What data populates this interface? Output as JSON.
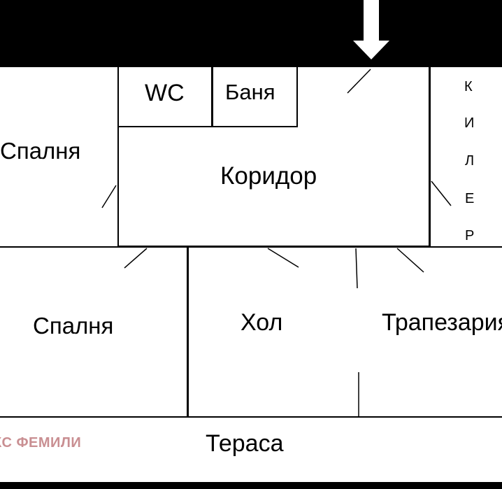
{
  "rooms": {
    "wc": "WC",
    "bath": "Баня",
    "bedroom_top": "Спалня",
    "corridor": "Коридор",
    "pantry_letters": [
      "К",
      "И",
      "Л",
      "Е",
      "Р"
    ],
    "bedroom_bottom": "Спалня",
    "living": "Хол",
    "dining": "Трапезария",
    "terrace": "Тераса"
  },
  "watermark": "КС ФЕМИЛИ",
  "colors": {
    "background": "#000000",
    "rooms": "#ffffff",
    "walls": "#000000",
    "watermark": "#c98f92"
  },
  "entrance_arrow": "down-arrow-icon"
}
